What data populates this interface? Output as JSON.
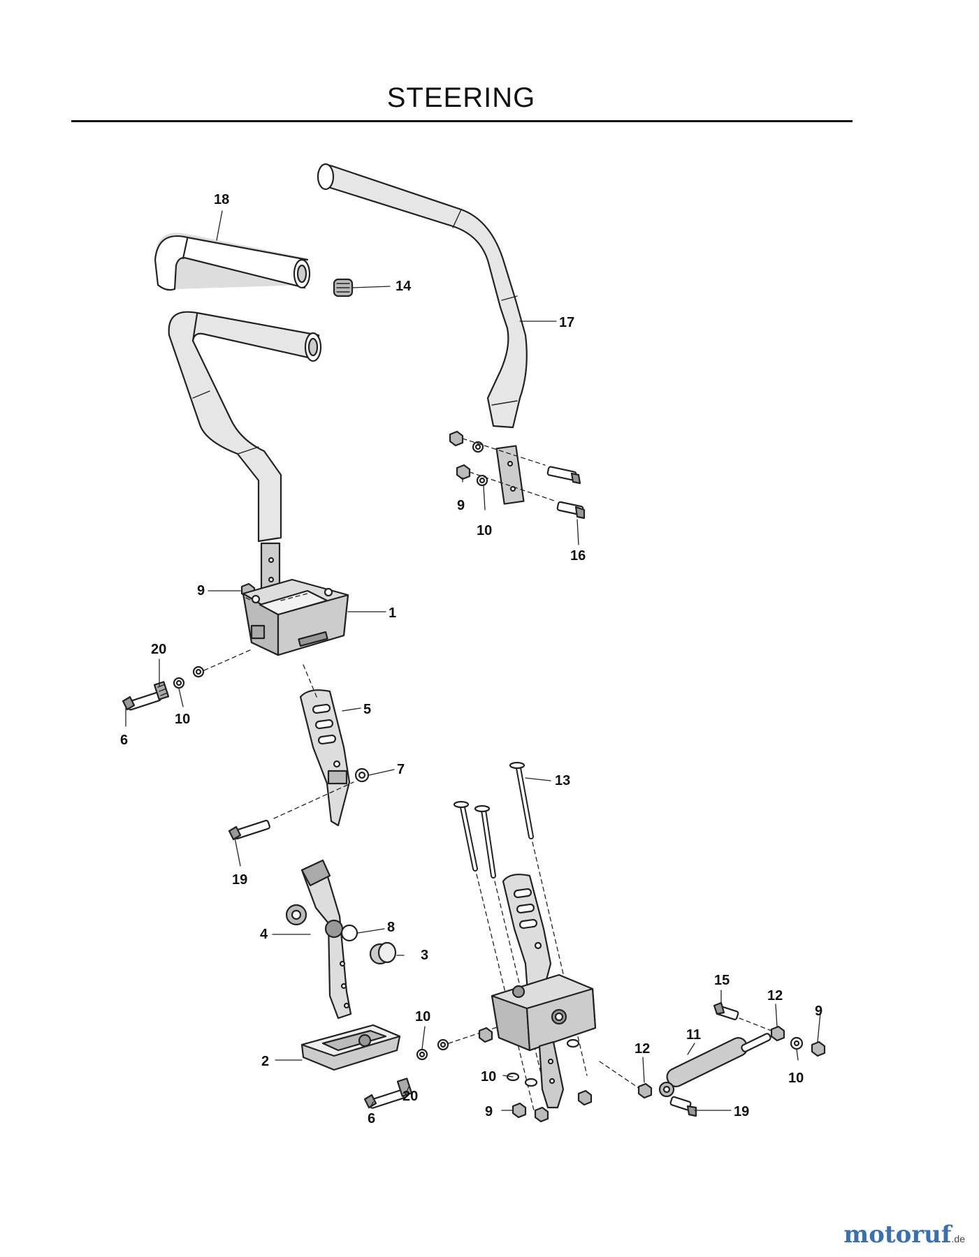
{
  "title": "STEERING",
  "callouts": [
    "18",
    "14",
    "17",
    "9",
    "10",
    "16",
    "9",
    "1",
    "20",
    "10",
    "6",
    "5",
    "7",
    "19",
    "13",
    "8",
    "4",
    "3",
    "10",
    "2",
    "20",
    "6",
    "15",
    "12",
    "9",
    "11",
    "12",
    "10",
    "10",
    "9",
    "19"
  ],
  "watermark": {
    "brand": "motoruf",
    "suffix": ".de"
  }
}
